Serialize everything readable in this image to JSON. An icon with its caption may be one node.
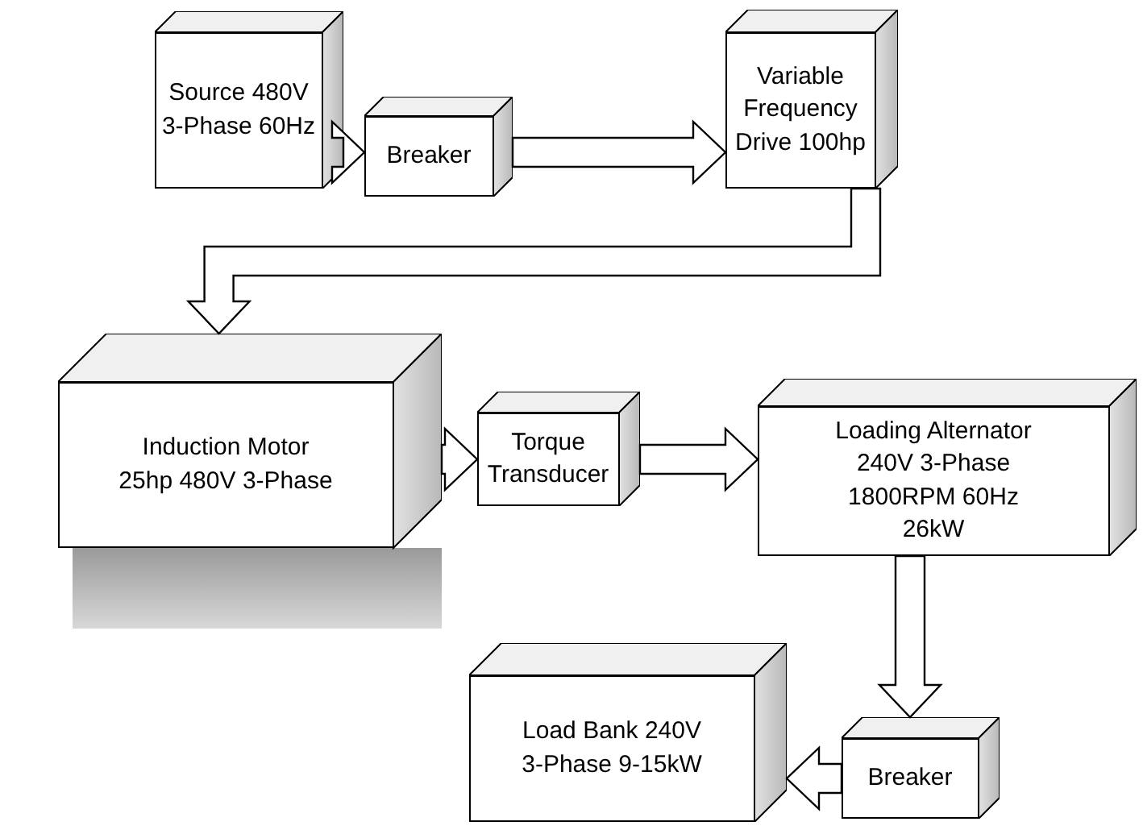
{
  "diagram": {
    "nodes": [
      {
        "text": [
          "Source 480V 3-Phase 60Hz"
        ]
      },
      {
        "text": [
          "Breaker"
        ]
      },
      {
        "text": [
          "Variable Frequency Drive 100hp"
        ]
      },
      {
        "text": [
          "Induction Motor 25hp 480V 3-Phase"
        ]
      },
      {
        "text": [
          "Torque Transducer"
        ]
      },
      {
        "text": [
          "Loading Alternator 240V 3-Phase 1800RPM 60Hz 26kW"
        ]
      },
      {
        "text": [
          "Breaker"
        ]
      },
      {
        "text": [
          "Load Bank 240V 3-Phase 9-15kW"
        ]
      }
    ],
    "edges": [
      {
        "from": 0,
        "to": 1,
        "arrow": "to"
      },
      {
        "from": 1,
        "to": 2,
        "arrow": "to"
      },
      {
        "from": 2,
        "to": 3,
        "arrow": "to"
      },
      {
        "from": 3,
        "to": 4,
        "arrow": "to"
      },
      {
        "from": 4,
        "to": 5,
        "arrow": "to"
      },
      {
        "from": 5,
        "to": 6,
        "arrow": "to"
      },
      {
        "from": 6,
        "to": 7,
        "arrow": "to"
      }
    ]
  }
}
